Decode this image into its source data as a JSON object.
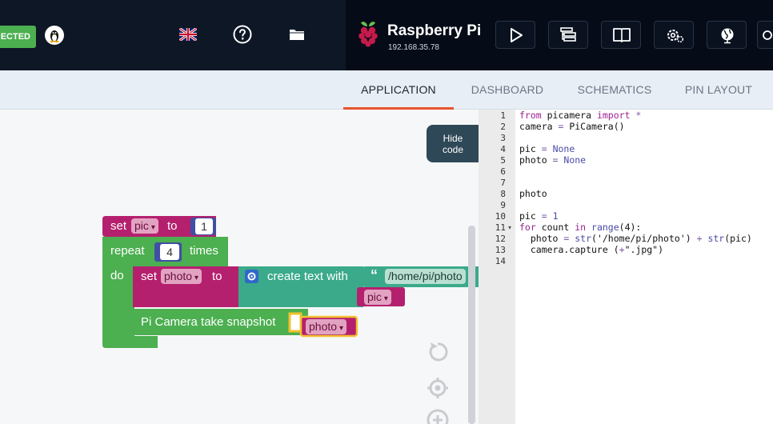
{
  "header": {
    "status_text": "ECTED",
    "device_name": "Raspberry Pi",
    "device_ip": "192.168.35.78"
  },
  "tabs": [
    {
      "label": "APPLICATION",
      "active": true
    },
    {
      "label": "DASHBOARD",
      "active": false
    },
    {
      "label": "SCHEMATICS",
      "active": false
    },
    {
      "label": "PIN LAYOUT",
      "active": false
    }
  ],
  "workspace": {
    "hide_code_line1": "Hide",
    "hide_code_line2": "code",
    "blocks": {
      "set_word": "set",
      "to_word": "to",
      "var_pic": "pic",
      "num_one": "1",
      "repeat_word": "repeat",
      "num_four": "4",
      "times_word": "times",
      "do_word": "do",
      "var_photo": "photo",
      "create_text": "create text with",
      "quote_glyph": "“",
      "path_text": "/home/pi/photo",
      "snapshot": "Pi Camera take snapshot",
      "dropdown_arrow": "▾"
    }
  },
  "code": {
    "lines": [
      {
        "n": "1",
        "tokens": [
          [
            "kw",
            "from"
          ],
          [
            "",
            " picamera "
          ],
          [
            "kw",
            "import"
          ],
          [
            "op",
            " *"
          ]
        ]
      },
      {
        "n": "2",
        "tokens": [
          [
            "",
            "camera "
          ],
          [
            "op",
            "="
          ],
          [
            "",
            " PiCamera()"
          ]
        ]
      },
      {
        "n": "3",
        "tokens": []
      },
      {
        "n": "4",
        "tokens": [
          [
            "",
            "pic "
          ],
          [
            "op",
            "="
          ],
          [
            "nm",
            " None"
          ]
        ]
      },
      {
        "n": "5",
        "tokens": [
          [
            "",
            "photo "
          ],
          [
            "op",
            "="
          ],
          [
            "nm",
            " None"
          ]
        ]
      },
      {
        "n": "6",
        "tokens": []
      },
      {
        "n": "7",
        "tokens": []
      },
      {
        "n": "8",
        "tokens": [
          [
            "",
            "photo"
          ]
        ]
      },
      {
        "n": "9",
        "tokens": []
      },
      {
        "n": "10",
        "tokens": [
          [
            "",
            "pic "
          ],
          [
            "op",
            "="
          ],
          [
            "nm",
            " 1"
          ]
        ]
      },
      {
        "n": "11",
        "tokens": [
          [
            "kw",
            "for"
          ],
          [
            "",
            " count "
          ],
          [
            "kw",
            "in"
          ],
          [
            "nm",
            " range"
          ],
          [
            "",
            "(4):"
          ]
        ],
        "fold": "▾"
      },
      {
        "n": "12",
        "tokens": [
          [
            "",
            "  photo "
          ],
          [
            "op",
            "="
          ],
          [
            "nm",
            " str"
          ],
          [
            "",
            "('/home/pi/photo') "
          ],
          [
            "op",
            "+"
          ],
          [
            "nm",
            " str"
          ],
          [
            "",
            "(pic)"
          ]
        ]
      },
      {
        "n": "13",
        "tokens": [
          [
            "",
            "  camera.capture ("
          ],
          [
            "op",
            "+"
          ],
          [
            "",
            "\".jpg\")"
          ]
        ]
      },
      {
        "n": "14",
        "tokens": []
      }
    ]
  },
  "colors": {
    "header_bg": "#0e1726",
    "accent": "#e8532b",
    "status_green": "#4caf50",
    "block_variable": "#b5206e",
    "block_loop": "#4caf50",
    "block_text": "#3aaa8a",
    "block_number": "#3f4fa3",
    "hide_code_bg": "#2f4858"
  }
}
